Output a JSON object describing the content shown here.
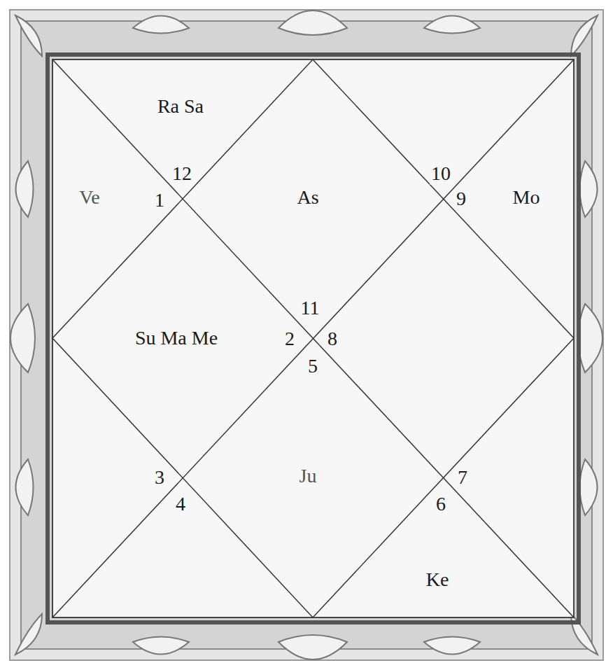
{
  "diagram": {
    "labels": [
      "Ra Sa",
      "12",
      "1",
      "Ve",
      "As",
      "10",
      "9",
      "Mo",
      "11",
      "2",
      "8",
      "5",
      "Su Ma Me",
      "3",
      "4",
      "Ju",
      "7",
      "6",
      "Ke"
    ]
  }
}
